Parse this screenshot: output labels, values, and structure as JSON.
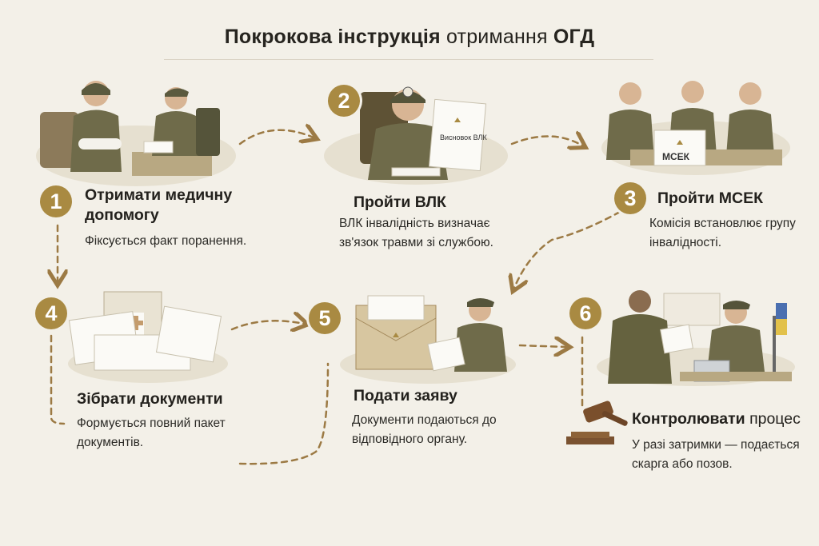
{
  "title": {
    "bold_1": "Покрокова інструкція",
    "normal": "отримання",
    "bold_2": "ОГД"
  },
  "steps": [
    {
      "number": "1",
      "title": "Отримати медичну допомогу",
      "description": "Фіксується факт поранення."
    },
    {
      "number": "2",
      "title": "Пройти ВЛК",
      "description": "ВЛК інвалідність визначає зв'язок травми зі службою.",
      "doc_label": "Висновок ВЛК"
    },
    {
      "number": "3",
      "title": "Пройти МСЕК",
      "description": "Комісія встановлює групу інвалідності.",
      "sign_label": "МСЕК"
    },
    {
      "number": "4",
      "title": "Зібрати документи",
      "description": "Формується повний пакет документів."
    },
    {
      "number": "5",
      "title": "Подати заяву",
      "description": "Документи подаються до відповідного органу."
    },
    {
      "number": "6",
      "title_bold": "Контролювати",
      "title_normal": "процес",
      "description": "У разі затримки — подається скарга або позов."
    }
  ],
  "colors": {
    "accent": "#a98a42",
    "arrow": "#9c7a44",
    "uniform": "#6f6b4a",
    "paper": "#f7f5ef"
  }
}
